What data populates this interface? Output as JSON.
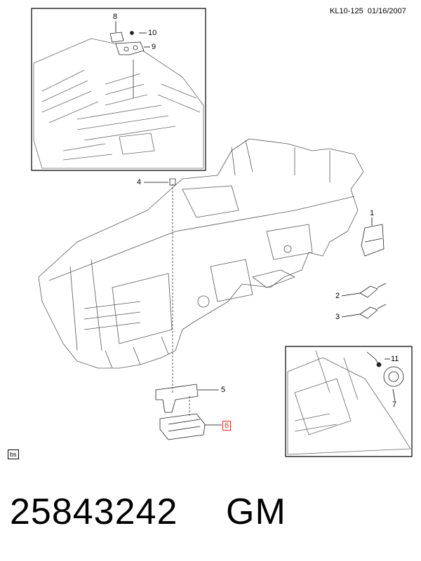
{
  "header": {
    "code": "KL10-125",
    "date": "01/16/2007"
  },
  "badge": "bs",
  "callouts": [
    {
      "id": "1",
      "label": "1"
    },
    {
      "id": "2",
      "label": "2"
    },
    {
      "id": "3",
      "label": "3"
    },
    {
      "id": "4",
      "label": "4"
    },
    {
      "id": "5",
      "label": "5"
    },
    {
      "id": "6",
      "label": "6"
    },
    {
      "id": "7",
      "label": "7"
    },
    {
      "id": "8",
      "label": "8"
    },
    {
      "id": "9",
      "label": "9"
    },
    {
      "id": "10",
      "label": "10"
    },
    {
      "id": "11",
      "label": "11"
    }
  ],
  "highlight_color": "#e0301e",
  "footer": {
    "part_number": "25843242",
    "brand": "GM"
  }
}
